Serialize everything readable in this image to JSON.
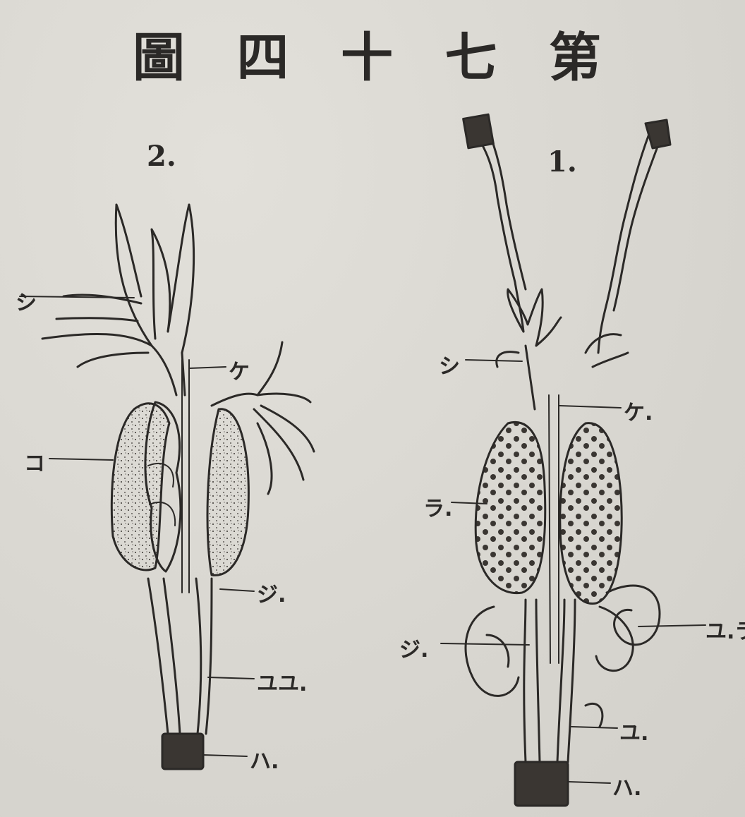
{
  "plate_title": [
    "圖",
    "四",
    "十",
    "七",
    "第"
  ],
  "figures": [
    {
      "number": "2.",
      "labels": {
        "top_left": "シ",
        "ke": "ケ",
        "ko": "コ",
        "ji": "ジ.",
        "yuyu": "ユユ.",
        "ha": "ハ."
      }
    },
    {
      "number": "1.",
      "labels": {
        "shi": "シ",
        "ke": "ケ.",
        "ra": "ラ.",
        "ji": "ジ.",
        "yura": "ユ.ラ",
        "yu": "ユ.",
        "ha": "ハ."
      }
    }
  ],
  "colors": {
    "ink": "#2b2927",
    "paper": "#d9d7d1"
  }
}
